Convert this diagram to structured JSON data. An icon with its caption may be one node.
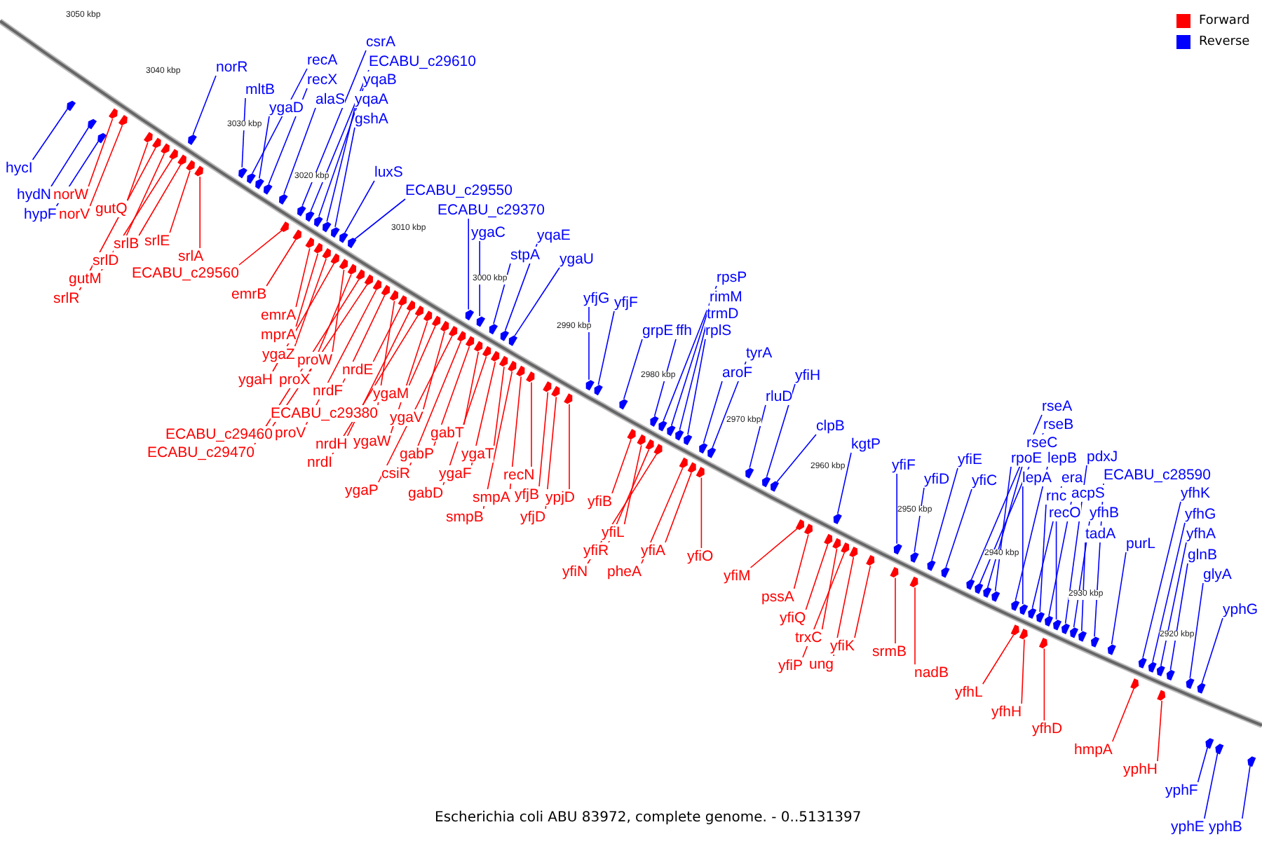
{
  "diagram": {
    "caption": "Escherichia coli ABU 83972, complete genome. - 0..5131397",
    "nodes": [
      {
        "text": [
          "hycI"
        ]
      },
      {
        "text": [
          "hydN"
        ]
      },
      {
        "text": [
          "hypF"
        ]
      },
      {
        "text": [
          "norR"
        ]
      },
      {
        "text": [
          "mltB"
        ]
      },
      {
        "text": [
          "recA"
        ]
      },
      {
        "text": [
          "recX"
        ]
      },
      {
        "text": [
          "ygaD"
        ]
      },
      {
        "text": [
          "alaS"
        ]
      },
      {
        "text": [
          "csrA"
        ]
      },
      {
        "text": [
          "ECABU_c29610"
        ]
      },
      {
        "text": [
          "yqaB"
        ]
      },
      {
        "text": [
          "yqaA"
        ]
      },
      {
        "text": [
          "gshA"
        ]
      },
      {
        "text": [
          "luxS"
        ]
      },
      {
        "text": [
          "ECABU_c29550"
        ]
      },
      {
        "text": [
          "ECABU_c29370"
        ]
      },
      {
        "text": [
          "ygaC"
        ]
      },
      {
        "text": [
          "stpA"
        ]
      },
      {
        "text": [
          "yqaE"
        ]
      },
      {
        "text": [
          "ygaU"
        ]
      },
      {
        "text": [
          "yfjG"
        ]
      },
      {
        "text": [
          "yfjF"
        ]
      },
      {
        "text": [
          "grpE"
        ]
      },
      {
        "text": [
          "ffh"
        ]
      },
      {
        "text": [
          "rpsP"
        ]
      },
      {
        "text": [
          "rimM"
        ]
      },
      {
        "text": [
          "trmD"
        ]
      },
      {
        "text": [
          "rplS"
        ]
      },
      {
        "text": [
          "tyrA"
        ]
      },
      {
        "text": [
          "aroF"
        ]
      },
      {
        "text": [
          "yfiH"
        ]
      },
      {
        "text": [
          "rluD"
        ]
      },
      {
        "text": [
          "clpB"
        ]
      },
      {
        "text": [
          "kgtP"
        ]
      },
      {
        "text": [
          "yfiF"
        ]
      },
      {
        "text": [
          "yfiD"
        ]
      },
      {
        "text": [
          "yfiE"
        ]
      },
      {
        "text": [
          "yfiC"
        ]
      },
      {
        "text": [
          "rseA"
        ]
      },
      {
        "text": [
          "rseB"
        ]
      },
      {
        "text": [
          "rseC"
        ]
      },
      {
        "text": [
          "rpoE"
        ]
      },
      {
        "text": [
          "lepB"
        ]
      },
      {
        "text": [
          "lepA"
        ]
      },
      {
        "text": [
          "era"
        ]
      },
      {
        "text": [
          "rnc"
        ]
      },
      {
        "text": [
          "acpS"
        ]
      },
      {
        "text": [
          "recO"
        ]
      },
      {
        "text": [
          "pdxJ"
        ]
      },
      {
        "text": [
          "yfhB"
        ]
      },
      {
        "text": [
          "tadA"
        ]
      },
      {
        "text": [
          "ECABU_c28590"
        ]
      },
      {
        "text": [
          "purL"
        ]
      },
      {
        "text": [
          "yfhK"
        ]
      },
      {
        "text": [
          "yfhG"
        ]
      },
      {
        "text": [
          "yfhA"
        ]
      },
      {
        "text": [
          "glnB"
        ]
      },
      {
        "text": [
          "glyA"
        ]
      },
      {
        "text": [
          "yphG"
        ]
      },
      {
        "text": [
          "yphF"
        ]
      },
      {
        "text": [
          "yphE"
        ]
      },
      {
        "text": [
          "yphB"
        ]
      },
      {
        "text": [
          "norW"
        ]
      },
      {
        "text": [
          "norV"
        ]
      },
      {
        "text": [
          "gutQ"
        ]
      },
      {
        "text": [
          "srlB"
        ]
      },
      {
        "text": [
          "srlE"
        ]
      },
      {
        "text": [
          "srlD"
        ]
      },
      {
        "text": [
          "gutM"
        ]
      },
      {
        "text": [
          "srlR"
        ]
      },
      {
        "text": [
          "srlA"
        ]
      },
      {
        "text": [
          "ECABU_c29560"
        ]
      },
      {
        "text": [
          "emrB"
        ]
      },
      {
        "text": [
          "emrA"
        ]
      },
      {
        "text": [
          "mprA"
        ]
      },
      {
        "text": [
          "ygaZ"
        ]
      },
      {
        "text": [
          "proW"
        ]
      },
      {
        "text": [
          "ygaH"
        ]
      },
      {
        "text": [
          "proX"
        ]
      },
      {
        "text": [
          "nrdE"
        ]
      },
      {
        "text": [
          "nrdF"
        ]
      },
      {
        "text": [
          "ygaM"
        ]
      },
      {
        "text": [
          "ECABU_c29380"
        ]
      },
      {
        "text": [
          "ECABU_c29460"
        ]
      },
      {
        "text": [
          "proV"
        ]
      },
      {
        "text": [
          "ECABU_c29470"
        ]
      },
      {
        "text": [
          "ygaV"
        ]
      },
      {
        "text": [
          "nrdH"
        ]
      },
      {
        "text": [
          "ygaW"
        ]
      },
      {
        "text": [
          "nrdI"
        ]
      },
      {
        "text": [
          "gabT"
        ]
      },
      {
        "text": [
          "gabP"
        ]
      },
      {
        "text": [
          "csiR"
        ]
      },
      {
        "text": [
          "ygaP"
        ]
      },
      {
        "text": [
          "ygaT"
        ]
      },
      {
        "text": [
          "ygaF"
        ]
      },
      {
        "text": [
          "gabD"
        ]
      },
      {
        "text": [
          "recN"
        ]
      },
      {
        "text": [
          "smpA"
        ]
      },
      {
        "text": [
          "yfjB"
        ]
      },
      {
        "text": [
          "ypjD"
        ]
      },
      {
        "text": [
          "smpB"
        ]
      },
      {
        "text": [
          "yfjD"
        ]
      },
      {
        "text": [
          "yfiB"
        ]
      },
      {
        "text": [
          "yfiL"
        ]
      },
      {
        "text": [
          "yfiR"
        ]
      },
      {
        "text": [
          "yfiN"
        ]
      },
      {
        "text": [
          "pheA"
        ]
      },
      {
        "text": [
          "yfiA"
        ]
      },
      {
        "text": [
          "yfiO"
        ]
      },
      {
        "text": [
          "yfiM"
        ]
      },
      {
        "text": [
          "pssA"
        ]
      },
      {
        "text": [
          "yfiQ"
        ]
      },
      {
        "text": [
          "trxC"
        ]
      },
      {
        "text": [
          "yfiP"
        ]
      },
      {
        "text": [
          "ung"
        ]
      },
      {
        "text": [
          "yfiK"
        ]
      },
      {
        "text": [
          "srmB"
        ]
      },
      {
        "text": [
          "nadB"
        ]
      },
      {
        "text": [
          "yfhL"
        ]
      },
      {
        "text": [
          "yfhH"
        ]
      },
      {
        "text": [
          "yfhD"
        ]
      },
      {
        "text": [
          "hmpA"
        ]
      },
      {
        "text": [
          "yphH"
        ]
      },
      {
        "text": [],
        "shape": "box"
      },
      {
        "text": [],
        "shape": "box"
      },
      {
        "text": [],
        "shape": "box"
      },
      {
        "text": [],
        "shape": "box"
      },
      {
        "text": [],
        "shape": "box"
      },
      {
        "text": [],
        "shape": "box"
      },
      {
        "text": [],
        "shape": "box"
      },
      {
        "text": [],
        "shape": "box"
      },
      {
        "text": [],
        "shape": "box"
      },
      {
        "text": [],
        "shape": "box"
      },
      {
        "text": [],
        "shape": "box"
      },
      {
        "text": [],
        "shape": "box"
      },
      {
        "text": [],
        "shape": "box"
      },
      {
        "text": [],
        "shape": "box"
      },
      {
        "text": [],
        "shape": "box"
      },
      {
        "text": [],
        "shape": "box"
      },
      {
        "text": [],
        "shape": "box"
      },
      {
        "text": [],
        "shape": "box"
      },
      {
        "text": [],
        "shape": "box"
      },
      {
        "text": [],
        "shape": "box"
      },
      {
        "text": [],
        "shape": "box"
      },
      {
        "text": [],
        "shape": "box"
      },
      {
        "text": [],
        "shape": "box"
      },
      {
        "text": [],
        "shape": "box"
      },
      {
        "text": [],
        "shape": "box"
      },
      {
        "text": [],
        "shape": "box"
      },
      {
        "text": [],
        "shape": "box"
      },
      {
        "text": [],
        "shape": "box"
      },
      {
        "text": [],
        "shape": "box"
      },
      {
        "text": [],
        "shape": "box"
      },
      {
        "text": [],
        "shape": "box"
      },
      {
        "text": [],
        "shape": "box"
      },
      {
        "text": [],
        "shape": "box"
      },
      {
        "text": [],
        "shape": "box"
      },
      {
        "text": [],
        "shape": "box"
      },
      {
        "text": [],
        "shape": "box"
      },
      {
        "text": [],
        "shape": "box"
      },
      {
        "text": [],
        "shape": "box"
      },
      {
        "text": [],
        "shape": "box"
      },
      {
        "text": [],
        "shape": "box"
      },
      {
        "text": [],
        "shape": "box"
      },
      {
        "text": [],
        "shape": "box"
      },
      {
        "text": [],
        "shape": "box"
      },
      {
        "text": [],
        "shape": "box"
      },
      {
        "text": [],
        "shape": "box"
      },
      {
        "text": [],
        "shape": "box"
      },
      {
        "text": [],
        "shape": "box"
      },
      {
        "text": [],
        "shape": "box"
      },
      {
        "text": [],
        "shape": "box"
      },
      {
        "text": [],
        "shape": "box"
      },
      {
        "text": [],
        "shape": "box"
      },
      {
        "text": [],
        "shape": "box"
      },
      {
        "text": [],
        "shape": "box"
      },
      {
        "text": [],
        "shape": "box"
      },
      {
        "text": [],
        "shape": "box"
      },
      {
        "text": [],
        "shape": "box"
      },
      {
        "text": [],
        "shape": "box"
      },
      {
        "text": [],
        "shape": "box"
      },
      {
        "text": [],
        "shape": "box"
      },
      {
        "text": [],
        "shape": "box"
      },
      {
        "text": [],
        "shape": "box"
      },
      {
        "text": [],
        "shape": "box"
      },
      {
        "text": [],
        "shape": "box"
      },
      {
        "text": [],
        "shape": "box"
      },
      {
        "text": [],
        "shape": "box"
      },
      {
        "text": [],
        "shape": "box"
      },
      {
        "text": [],
        "shape": "box"
      },
      {
        "text": [],
        "shape": "box"
      },
      {
        "text": [],
        "shape": "box"
      },
      {
        "text": [],
        "shape": "box"
      },
      {
        "text": [],
        "shape": "box"
      },
      {
        "text": [],
        "shape": "box"
      },
      {
        "text": [],
        "shape": "box"
      },
      {
        "text": [],
        "shape": "box"
      },
      {
        "text": [],
        "shape": "box"
      },
      {
        "text": [],
        "shape": "box"
      },
      {
        "text": [],
        "shape": "box"
      },
      {
        "text": [],
        "shape": "box"
      },
      {
        "text": [],
        "shape": "box"
      },
      {
        "text": [],
        "shape": "box"
      },
      {
        "text": [],
        "shape": "box"
      },
      {
        "text": [],
        "shape": "box"
      },
      {
        "text": [],
        "shape": "box"
      },
      {
        "text": [],
        "shape": "box"
      },
      {
        "text": [],
        "shape": "box"
      },
      {
        "text": [],
        "shape": "box"
      },
      {
        "text": [],
        "shape": "box"
      },
      {
        "text": [],
        "shape": "box"
      },
      {
        "text": [],
        "shape": "box"
      },
      {
        "text": [],
        "shape": "box"
      },
      {
        "text": [],
        "shape": "box"
      },
      {
        "text": [],
        "shape": "box"
      },
      {
        "text": [],
        "shape": "box"
      },
      {
        "text": [],
        "shape": "box"
      },
      {
        "text": [],
        "shape": "box"
      },
      {
        "text": [],
        "shape": "box"
      },
      {
        "text": [],
        "shape": "box"
      },
      {
        "text": [],
        "shape": "box"
      },
      {
        "text": [],
        "shape": "box"
      },
      {
        "text": [],
        "shape": "box"
      },
      {
        "text": [],
        "shape": "box"
      },
      {
        "text": [],
        "shape": "box"
      },
      {
        "text": [],
        "shape": "box"
      },
      {
        "text": [],
        "shape": "box"
      },
      {
        "text": [],
        "shape": "box"
      },
      {
        "text": [],
        "shape": "box"
      },
      {
        "text": [],
        "shape": "box"
      },
      {
        "text": [],
        "shape": "box"
      },
      {
        "text": [],
        "shape": "box"
      },
      {
        "text": [],
        "shape": "box"
      },
      {
        "text": [],
        "shape": "box"
      },
      {
        "text": [],
        "shape": "box"
      },
      {
        "text": [],
        "shape": "box"
      },
      {
        "text": [],
        "shape": "box"
      },
      {
        "text": [],
        "shape": "box"
      },
      {
        "text": [],
        "shape": "box"
      },
      {
        "text": [],
        "shape": "box"
      },
      {
        "text": [],
        "shape": "box"
      },
      {
        "text": [],
        "shape": "box"
      },
      {
        "text": [],
        "shape": "box"
      },
      {
        "text": [],
        "shape": "box"
      },
      {
        "text": [],
        "shape": "box"
      },
      {
        "text": [],
        "shape": "box"
      },
      {
        "text": [],
        "shape": "box"
      },
      {
        "text": [],
        "shape": "box"
      }
    ],
    "edges": [
      {
        "from": 0,
        "to": 125,
        "arrow": "none",
        "color": "#0000ff"
      },
      {
        "from": 1,
        "to": 126,
        "arrow": "none",
        "color": "#0000ff"
      },
      {
        "from": 2,
        "to": 127,
        "arrow": "none",
        "color": "#0000ff"
      },
      {
        "from": 3,
        "to": 128,
        "arrow": "none",
        "color": "#0000ff"
      },
      {
        "from": 4,
        "to": 129,
        "arrow": "none",
        "color": "#0000ff"
      },
      {
        "from": 5,
        "to": 130,
        "arrow": "none",
        "color": "#0000ff"
      },
      {
        "from": 6,
        "to": 131,
        "arrow": "none",
        "color": "#0000ff"
      },
      {
        "from": 7,
        "to": 132,
        "arrow": "none",
        "color": "#0000ff"
      },
      {
        "from": 8,
        "to": 133,
        "arrow": "none",
        "color": "#0000ff"
      },
      {
        "from": 9,
        "to": 134,
        "arrow": "none",
        "color": "#0000ff"
      },
      {
        "from": 10,
        "to": 135,
        "arrow": "none",
        "color": "#0000ff"
      },
      {
        "from": 11,
        "to": 136,
        "arrow": "none",
        "color": "#0000ff"
      },
      {
        "from": 12,
        "to": 137,
        "arrow": "none",
        "color": "#0000ff"
      },
      {
        "from": 13,
        "to": 138,
        "arrow": "none",
        "color": "#0000ff"
      },
      {
        "from": 14,
        "to": 139,
        "arrow": "none",
        "color": "#0000ff"
      },
      {
        "from": 15,
        "to": 140,
        "arrow": "none",
        "color": "#0000ff"
      },
      {
        "from": 16,
        "to": 141,
        "arrow": "none",
        "color": "#0000ff"
      },
      {
        "from": 17,
        "to": 142,
        "arrow": "none",
        "color": "#0000ff"
      },
      {
        "from": 18,
        "to": 143,
        "arrow": "none",
        "color": "#0000ff"
      },
      {
        "from": 19,
        "to": 144,
        "arrow": "none",
        "color": "#0000ff"
      },
      {
        "from": 20,
        "to": 145,
        "arrow": "none",
        "color": "#0000ff"
      },
      {
        "from": 21,
        "to": 146,
        "arrow": "none",
        "color": "#0000ff"
      },
      {
        "from": 22,
        "to": 147,
        "arrow": "none",
        "color": "#0000ff"
      },
      {
        "from": 23,
        "to": 148,
        "arrow": "none",
        "color": "#0000ff"
      },
      {
        "from": 24,
        "to": 149,
        "arrow": "none",
        "color": "#0000ff"
      },
      {
        "from": 25,
        "to": 150,
        "arrow": "none",
        "color": "#0000ff"
      },
      {
        "from": 26,
        "to": 151,
        "arrow": "none",
        "color": "#0000ff"
      },
      {
        "from": 27,
        "to": 152,
        "arrow": "none",
        "color": "#0000ff"
      },
      {
        "from": 28,
        "to": 153,
        "arrow": "none",
        "color": "#0000ff"
      },
      {
        "from": 29,
        "to": 154,
        "arrow": "none",
        "color": "#0000ff"
      },
      {
        "from": 30,
        "to": 155,
        "arrow": "none",
        "color": "#0000ff"
      },
      {
        "from": 31,
        "to": 156,
        "arrow": "none",
        "color": "#0000ff"
      },
      {
        "from": 32,
        "to": 157,
        "arrow": "none",
        "color": "#0000ff"
      },
      {
        "from": 33,
        "to": 158,
        "arrow": "none",
        "color": "#0000ff"
      },
      {
        "from": 34,
        "to": 159,
        "arrow": "none",
        "color": "#0000ff"
      },
      {
        "from": 35,
        "to": 160,
        "arrow": "none",
        "color": "#0000ff"
      },
      {
        "from": 36,
        "to": 161,
        "arrow": "none",
        "color": "#0000ff"
      },
      {
        "from": 37,
        "to": 162,
        "arrow": "none",
        "color": "#0000ff"
      },
      {
        "from": 38,
        "to": 163,
        "arrow": "none",
        "color": "#0000ff"
      },
      {
        "from": 39,
        "to": 164,
        "arrow": "none",
        "color": "#0000ff"
      },
      {
        "from": 40,
        "to": 165,
        "arrow": "none",
        "color": "#0000ff"
      },
      {
        "from": 41,
        "to": 166,
        "arrow": "none",
        "color": "#0000ff"
      },
      {
        "from": 42,
        "to": 167,
        "arrow": "none",
        "color": "#0000ff"
      },
      {
        "from": 43,
        "to": 168,
        "arrow": "none",
        "color": "#0000ff"
      },
      {
        "from": 44,
        "to": 169,
        "arrow": "none",
        "color": "#0000ff"
      },
      {
        "from": 45,
        "to": 170,
        "arrow": "none",
        "color": "#0000ff"
      },
      {
        "from": 46,
        "to": 171,
        "arrow": "none",
        "color": "#0000ff"
      },
      {
        "from": 47,
        "to": 172,
        "arrow": "none",
        "color": "#0000ff"
      },
      {
        "from": 48,
        "to": 173,
        "arrow": "none",
        "color": "#0000ff"
      },
      {
        "from": 49,
        "to": 174,
        "arrow": "none",
        "color": "#0000ff"
      },
      {
        "from": 50,
        "to": 175,
        "arrow": "none",
        "color": "#0000ff"
      },
      {
        "from": 51,
        "to": 176,
        "arrow": "none",
        "color": "#0000ff"
      },
      {
        "from": 52,
        "to": 177,
        "arrow": "none",
        "color": "#0000ff"
      },
      {
        "from": 53,
        "to": 178,
        "arrow": "none",
        "color": "#0000ff"
      },
      {
        "from": 54,
        "to": 179,
        "arrow": "none",
        "color": "#0000ff"
      },
      {
        "from": 55,
        "to": 180,
        "arrow": "none",
        "color": "#0000ff"
      },
      {
        "from": 56,
        "to": 181,
        "arrow": "none",
        "color": "#0000ff"
      },
      {
        "from": 57,
        "to": 182,
        "arrow": "none",
        "color": "#0000ff"
      },
      {
        "from": 58,
        "to": 183,
        "arrow": "none",
        "color": "#0000ff"
      },
      {
        "from": 59,
        "to": 184,
        "arrow": "none",
        "color": "#0000ff"
      },
      {
        "from": 60,
        "to": 185,
        "arrow": "none",
        "color": "#0000ff"
      },
      {
        "from": 61,
        "to": 186,
        "arrow": "none",
        "color": "#0000ff"
      },
      {
        "from": 62,
        "to": 187,
        "arrow": "none",
        "color": "#0000ff"
      },
      {
        "from": 63,
        "to": 188,
        "arrow": "none",
        "color": "#ff0000"
      },
      {
        "from": 64,
        "to": 189,
        "arrow": "none",
        "color": "#ff0000"
      },
      {
        "from": 65,
        "to": 190,
        "arrow": "none",
        "color": "#ff0000"
      },
      {
        "from": 66,
        "to": 191,
        "arrow": "none",
        "color": "#ff0000"
      },
      {
        "from": 67,
        "to": 192,
        "arrow": "none",
        "color": "#ff0000"
      },
      {
        "from": 68,
        "to": 193,
        "arrow": "none",
        "color": "#ff0000"
      },
      {
        "from": 69,
        "to": 194,
        "arrow": "none",
        "color": "#ff0000"
      },
      {
        "from": 70,
        "to": 195,
        "arrow": "none",
        "color": "#ff0000"
      },
      {
        "from": 71,
        "to": 196,
        "arrow": "none",
        "color": "#ff0000"
      },
      {
        "from": 72,
        "to": 197,
        "arrow": "none",
        "color": "#ff0000"
      },
      {
        "from": 73,
        "to": 198,
        "arrow": "none",
        "color": "#ff0000"
      },
      {
        "from": 74,
        "to": 199,
        "arrow": "none",
        "color": "#ff0000"
      },
      {
        "from": 75,
        "to": 200,
        "arrow": "none",
        "color": "#ff0000"
      },
      {
        "from": 76,
        "to": 201,
        "arrow": "none",
        "color": "#ff0000"
      },
      {
        "from": 77,
        "to": 202,
        "arrow": "none",
        "color": "#ff0000"
      },
      {
        "from": 78,
        "to": 203,
        "arrow": "none",
        "color": "#ff0000"
      },
      {
        "from": 79,
        "to": 204,
        "arrow": "none",
        "color": "#ff0000"
      },
      {
        "from": 80,
        "to": 205,
        "arrow": "none",
        "color": "#ff0000"
      },
      {
        "from": 81,
        "to": 206,
        "arrow": "none",
        "color": "#ff0000"
      },
      {
        "from": 82,
        "to": 207,
        "arrow": "none",
        "color": "#ff0000"
      },
      {
        "from": 83,
        "to": 208,
        "arrow": "none",
        "color": "#ff0000"
      },
      {
        "from": 84,
        "to": 209,
        "arrow": "none",
        "color": "#ff0000"
      },
      {
        "from": 85,
        "to": 210,
        "arrow": "none",
        "color": "#ff0000"
      },
      {
        "from": 86,
        "to": 211,
        "arrow": "none",
        "color": "#ff0000"
      },
      {
        "from": 87,
        "to": 212,
        "arrow": "none",
        "color": "#ff0000"
      },
      {
        "from": 88,
        "to": 213,
        "arrow": "none",
        "color": "#ff0000"
      },
      {
        "from": 89,
        "to": 214,
        "arrow": "none",
        "color": "#ff0000"
      },
      {
        "from": 90,
        "to": 215,
        "arrow": "none",
        "color": "#ff0000"
      },
      {
        "from": 91,
        "to": 216,
        "arrow": "none",
        "color": "#ff0000"
      },
      {
        "from": 92,
        "to": 217,
        "arrow": "none",
        "color": "#ff0000"
      },
      {
        "from": 93,
        "to": 218,
        "arrow": "none",
        "color": "#ff0000"
      },
      {
        "from": 94,
        "to": 219,
        "arrow": "none",
        "color": "#ff0000"
      },
      {
        "from": 95,
        "to": 220,
        "arrow": "none",
        "color": "#ff0000"
      },
      {
        "from": 96,
        "to": 221,
        "arrow": "none",
        "color": "#ff0000"
      },
      {
        "from": 97,
        "to": 222,
        "arrow": "none",
        "color": "#ff0000"
      },
      {
        "from": 98,
        "to": 223,
        "arrow": "none",
        "color": "#ff0000"
      },
      {
        "from": 99,
        "to": 224,
        "arrow": "none",
        "color": "#ff0000"
      },
      {
        "from": 100,
        "to": 225,
        "arrow": "none",
        "color": "#ff0000"
      },
      {
        "from": 101,
        "to": 226,
        "arrow": "none",
        "color": "#ff0000"
      },
      {
        "from": 102,
        "to": 227,
        "arrow": "none",
        "color": "#ff0000"
      },
      {
        "from": 103,
        "to": 228,
        "arrow": "none",
        "color": "#ff0000"
      },
      {
        "from": 104,
        "to": 229,
        "arrow": "none",
        "color": "#ff0000"
      },
      {
        "from": 105,
        "to": 230,
        "arrow": "none",
        "color": "#ff0000"
      },
      {
        "from": 106,
        "to": 231,
        "arrow": "none",
        "color": "#ff0000"
      },
      {
        "from": 107,
        "to": 232,
        "arrow": "none",
        "color": "#ff0000"
      },
      {
        "from": 108,
        "to": 233,
        "arrow": "none",
        "color": "#ff0000"
      },
      {
        "from": 109,
        "to": 234,
        "arrow": "none",
        "color": "#ff0000"
      },
      {
        "from": 110,
        "to": 235,
        "arrow": "none",
        "color": "#ff0000"
      },
      {
        "from": 111,
        "to": 236,
        "arrow": "none",
        "color": "#ff0000"
      },
      {
        "from": 112,
        "to": 237,
        "arrow": "none",
        "color": "#ff0000"
      },
      {
        "from": 113,
        "to": 238,
        "arrow": "none",
        "color": "#ff0000"
      },
      {
        "from": 114,
        "to": 239,
        "arrow": "none",
        "color": "#ff0000"
      },
      {
        "from": 115,
        "to": 240,
        "arrow": "none",
        "color": "#ff0000"
      },
      {
        "from": 116,
        "to": 241,
        "arrow": "none",
        "color": "#ff0000"
      },
      {
        "from": 117,
        "to": 242,
        "arrow": "none",
        "color": "#ff0000"
      },
      {
        "from": 118,
        "to": 243,
        "arrow": "none",
        "color": "#ff0000"
      },
      {
        "from": 119,
        "to": 244,
        "arrow": "none",
        "color": "#ff0000"
      },
      {
        "from": 120,
        "to": 245,
        "arrow": "none",
        "color": "#ff0000"
      },
      {
        "from": 121,
        "to": 246,
        "arrow": "none",
        "color": "#ff0000"
      },
      {
        "from": 122,
        "to": 247,
        "arrow": "none",
        "color": "#ff0000"
      },
      {
        "from": 123,
        "to": 248,
        "arrow": "none",
        "color": "#ff0000"
      },
      {
        "from": 124,
        "to": 249,
        "arrow": "none",
        "color": "#ff0000"
      }
    ],
    "labels": [
      "3050 kbp",
      "3040 kbp",
      "3030 kbp",
      "3020 kbp",
      "3010 kbp",
      "3000 kbp",
      "2990 kbp",
      "2980 kbp",
      "2970 kbp",
      "2960 kbp",
      "2950 kbp",
      "2940 kbp",
      "2930 kbp",
      "2920 kbp"
    ],
    "legend": [
      {
        "text": "Forward",
        "color": "#ff0000"
      },
      {
        "text": "Reverse",
        "color": "#0000ff"
      }
    ]
  }
}
